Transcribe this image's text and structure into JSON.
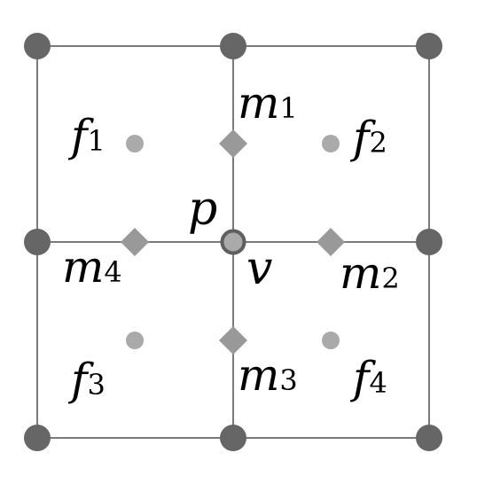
{
  "colors": {
    "edge": "#7a7a7a",
    "vertex": "#666666",
    "face_point": "#aaaaaa",
    "midpoint": "#999999",
    "center_fill": "#aaaaaa",
    "center_ring": "#5f5f5f",
    "label": "#000000"
  },
  "labels": {
    "f1": {
      "base": "f",
      "sub": "1"
    },
    "f2": {
      "base": "f",
      "sub": "2"
    },
    "f3": {
      "base": "f",
      "sub": "3"
    },
    "f4": {
      "base": "f",
      "sub": "4"
    },
    "m1": {
      "base": "m",
      "sub": "1"
    },
    "m2": {
      "base": "m",
      "sub": "2"
    },
    "m3": {
      "base": "m",
      "sub": "3"
    },
    "m4": {
      "base": "m",
      "sub": "4"
    },
    "p": "p",
    "v": "v"
  }
}
